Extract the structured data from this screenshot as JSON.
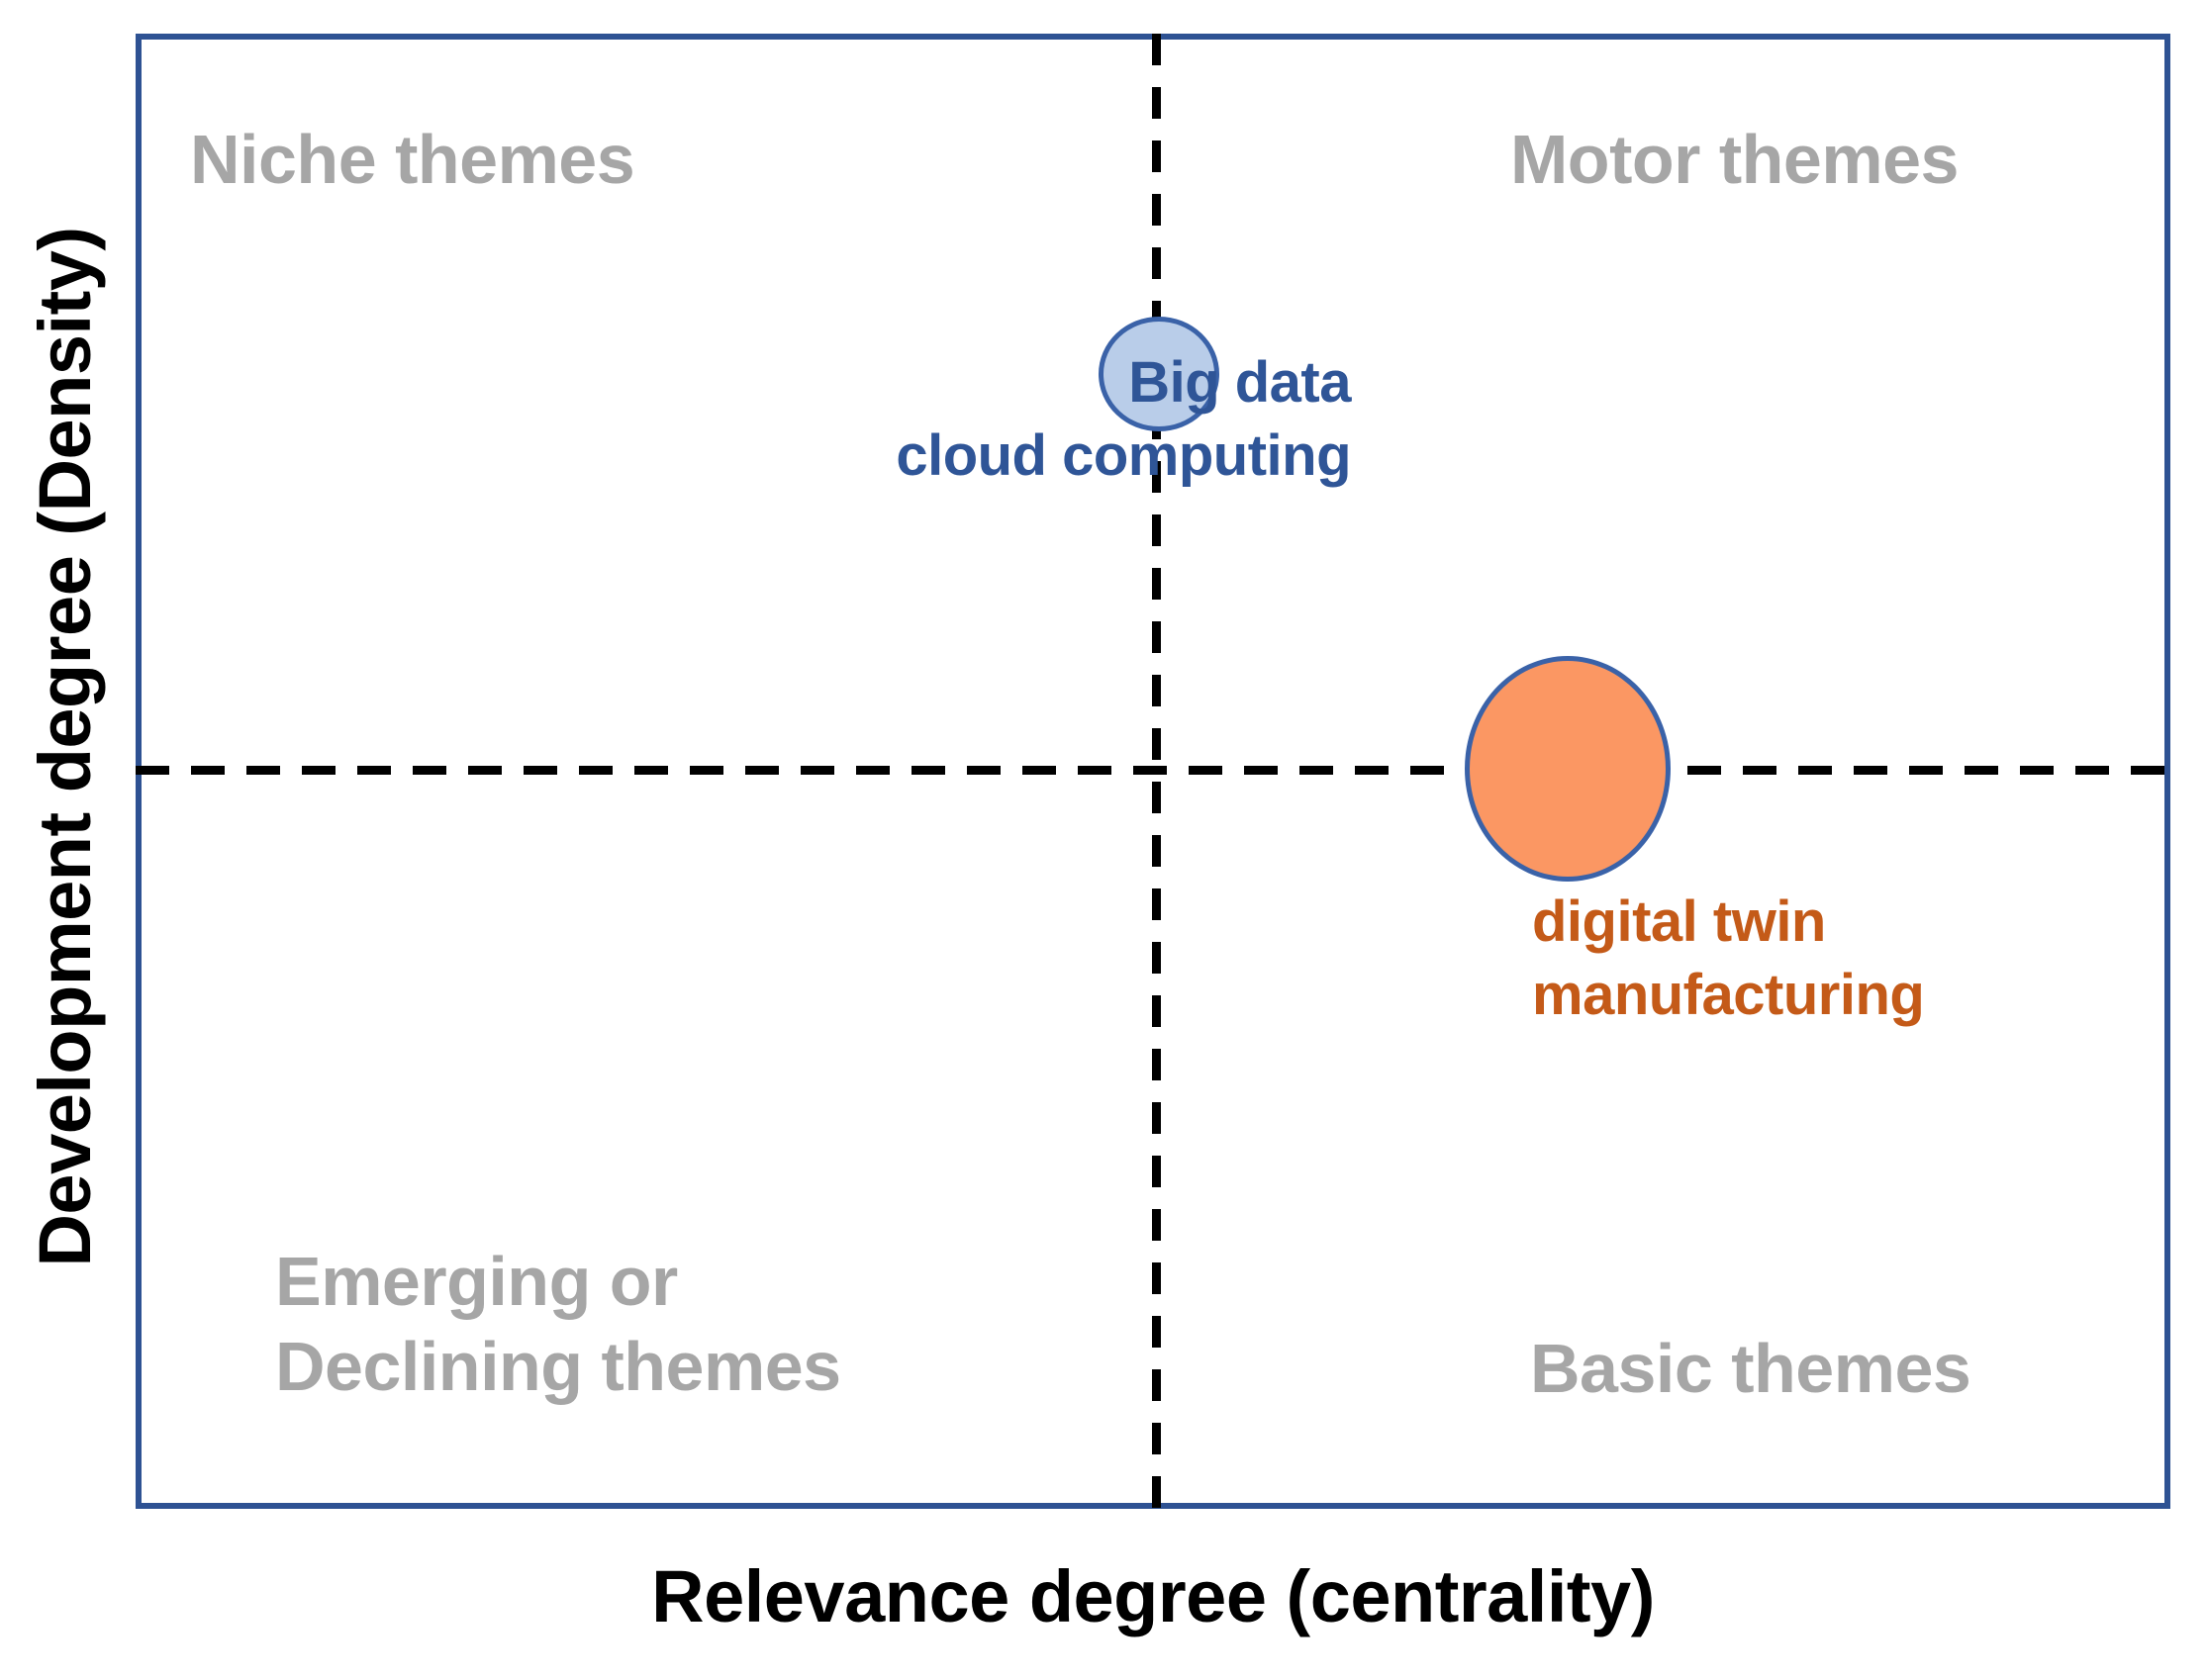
{
  "chart_data": {
    "type": "scatter",
    "title": "",
    "subtitle": "",
    "xlabel": "Relevance degree (centrality)",
    "ylabel": "Development degree (Density)",
    "xlim": [
      0,
      1
    ],
    "ylim": [
      0,
      1
    ],
    "grid": false,
    "legend": "none",
    "quadrant_divider_x": 0.5,
    "quadrant_divider_y": 0.5,
    "quadrants": [
      {
        "key": "niche",
        "label": "Niche themes",
        "position": "top-left",
        "color": "#A6A6A6"
      },
      {
        "key": "motor",
        "label": "Motor themes",
        "position": "top-right",
        "color": "#A6A6A6"
      },
      {
        "key": "emerging",
        "label": "Emerging or\nDeclining themes",
        "position": "bottom-left",
        "color": "#A6A6A6"
      },
      {
        "key": "basic",
        "label": "Basic themes",
        "position": "bottom-right",
        "color": "#A6A6A6"
      }
    ],
    "points": [
      {
        "label": "Big data\ncloud computing",
        "x": 0.5,
        "y": 0.73,
        "size": 122,
        "fill": "#B9CDE9",
        "stroke": "#3A62A8",
        "text_color": "#2F5597",
        "quadrant": "divider-top"
      },
      {
        "label": "digital twin\nmanufacturing",
        "x": 0.7,
        "y": 0.5,
        "size": 218,
        "fill": "#FB9763",
        "stroke": "#3A62A8",
        "text_color": "#C45A18",
        "quadrant": "divider-right"
      }
    ]
  },
  "axes": {
    "x_title": "Relevance degree (centrality)",
    "y_title": "Development degree (Density)",
    "frame_color": "#2E5293",
    "divider_color": "#000000"
  },
  "quadrants": {
    "niche": "Niche themes",
    "motor": "Motor themes",
    "emerging": "Emerging or\nDeclining themes",
    "basic": "Basic themes"
  },
  "bubbles": {
    "big_data": {
      "label": "Big data\ncloud computing",
      "fill": "#B9CDE9",
      "stroke": "#3A62A8",
      "text_color": "#2F5597"
    },
    "digital_twin": {
      "label": "digital twin\nmanufacturing",
      "fill": "#FB9763",
      "stroke": "#3A62A8",
      "text_color": "#C45A18"
    }
  }
}
